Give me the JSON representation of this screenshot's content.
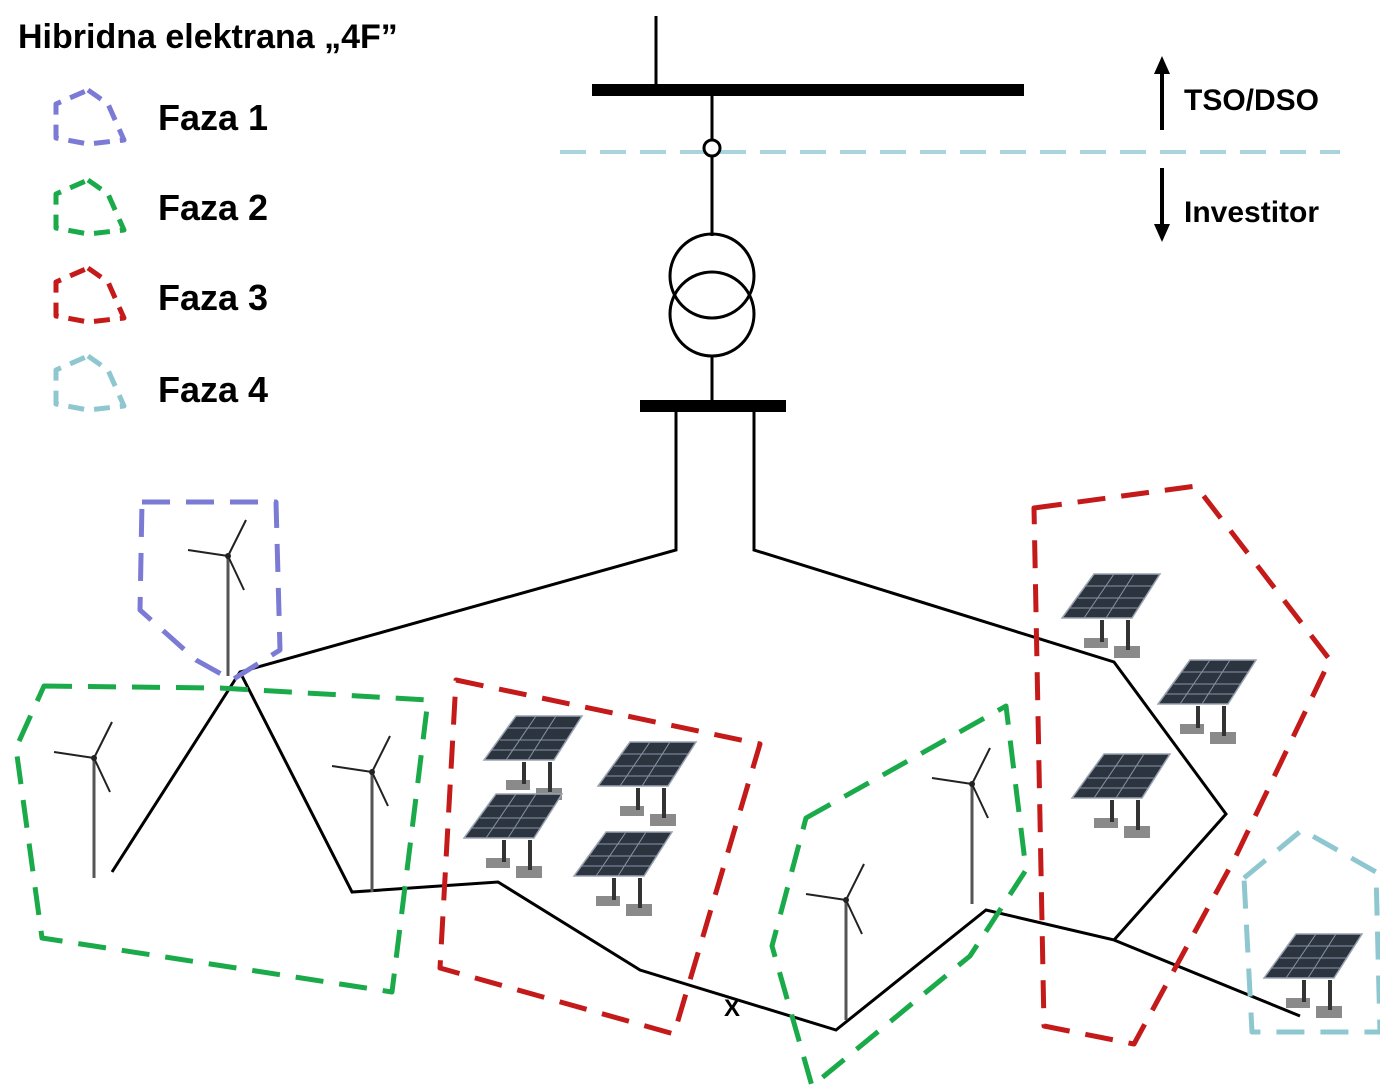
{
  "title": "Hibridna elektrana „4F”",
  "legend": [
    {
      "label": "Faza 1",
      "color": "#7b7bd6"
    },
    {
      "label": "Faza 2",
      "color": "#1aaa4a"
    },
    {
      "label": "Faza 3",
      "color": "#c41a1a"
    },
    {
      "label": "Faza 4",
      "color": "#8ec7cf"
    }
  ],
  "boundary": {
    "upper_label": "TSO/DSO",
    "lower_label": "Investitor",
    "line_color": "#a9d4dc"
  },
  "cable_break_mark": "X",
  "icons": {
    "wind_turbine": "wind-turbine-icon",
    "solar_panel": "solar-panel-icon"
  }
}
